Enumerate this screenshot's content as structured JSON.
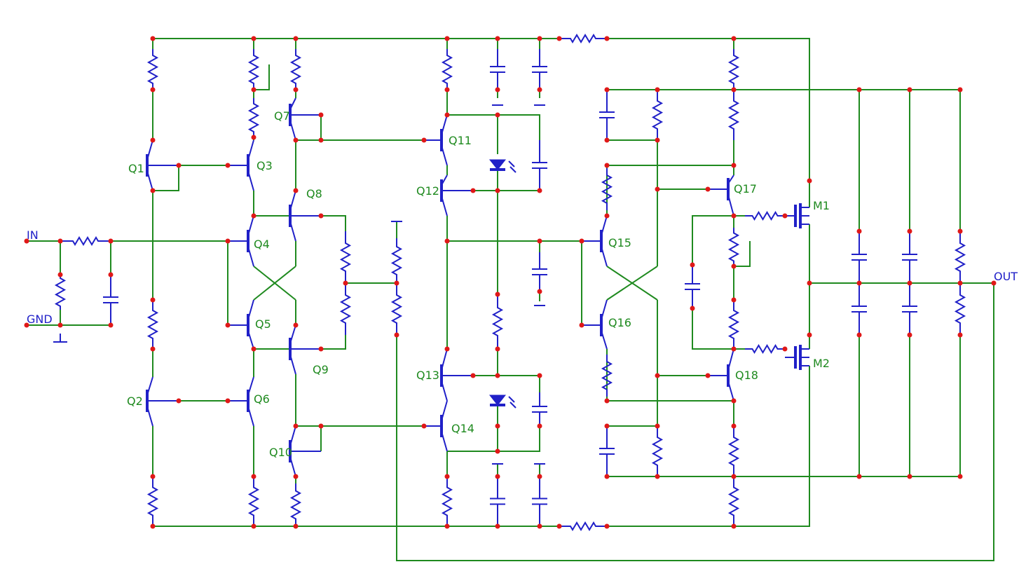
{
  "ports": {
    "in": "IN",
    "gnd": "GND",
    "out": "OUT"
  },
  "transistors": {
    "q1": "Q1",
    "q2": "Q2",
    "q3": "Q3",
    "q4": "Q4",
    "q5": "Q5",
    "q6": "Q6",
    "q7": "Q7",
    "q8": "Q8",
    "q9": "Q9",
    "q10": "Q10",
    "q11": "Q11",
    "q12": "Q12",
    "q13": "Q13",
    "q14": "Q14",
    "q15": "Q15",
    "q16": "Q16",
    "q17": "Q17",
    "q18": "Q18"
  },
  "mosfets": {
    "m1": "M1",
    "m2": "M2"
  },
  "colors": {
    "wire": "#1f8a1f",
    "component": "#2020c8",
    "node": "#e01818",
    "background": "#ffffff"
  }
}
